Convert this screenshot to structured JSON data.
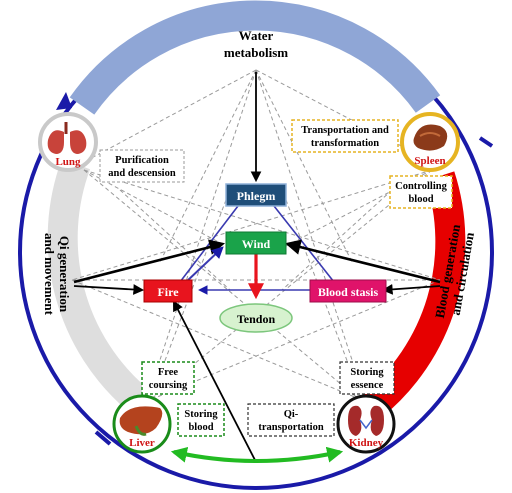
{
  "organs": {
    "lung": "Lung",
    "spleen": "Spleen",
    "liver": "Liver",
    "kidney": "Kidney"
  },
  "bands": {
    "top": [
      "Water",
      "metabolism"
    ],
    "left": [
      "Qi generation",
      "and movement"
    ],
    "right": [
      "Blood generation",
      "and circulation"
    ]
  },
  "functions": {
    "lung": [
      "Purification",
      "and descension"
    ],
    "spleen_transport": [
      "Transportation and",
      "transformation"
    ],
    "spleen_control": [
      "Controlling",
      "blood"
    ],
    "liver_free": [
      "Free",
      "coursing"
    ],
    "liver_store": [
      "Storing",
      "blood"
    ],
    "kidney_store": [
      "Storing",
      "essence"
    ],
    "kidney_qi": [
      "Qi-",
      "transportation"
    ]
  },
  "pathology": {
    "phlegm": "Phlegm",
    "wind": "Wind",
    "fire": "Fire",
    "blood_stasis": "Blood stasis",
    "tendon": "Tendon"
  },
  "colors": {
    "ring": "#1a1aa8",
    "band_top": "#8fa6d6",
    "band_left": "#dedede",
    "band_right": "#e60000",
    "phlegm": "#1f4e79",
    "wind": "#1aa34a",
    "fire": "#e8141e",
    "blood_stasis": "#e0136a",
    "tendon": "#d7f2cf",
    "liver_kidney_arrow": "#22bb22",
    "dash_box_yellow": "#e6b422",
    "dash_box_green": "#1a8c1a"
  }
}
